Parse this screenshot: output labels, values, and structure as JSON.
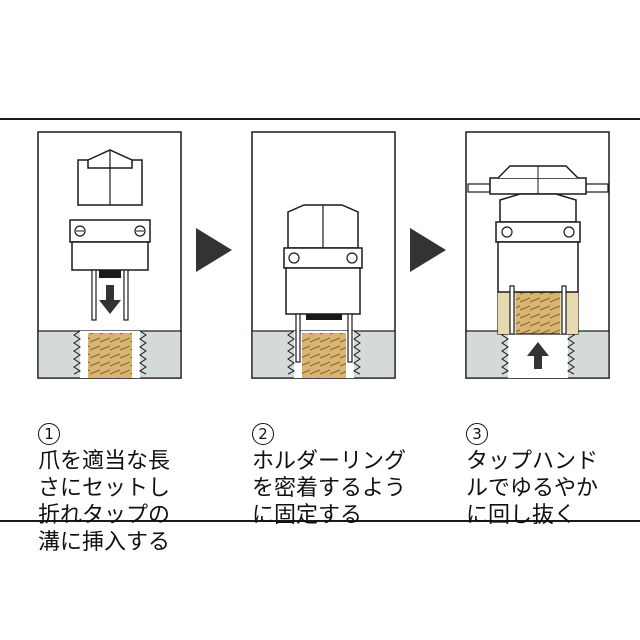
{
  "steps": [
    {
      "number": "1",
      "text": "爪を適当な長\nさにセットし\n折れタップの\n溝に挿入する"
    },
    {
      "number": "2",
      "text": "ホルダーリング\nを密着するよう\nに固定する"
    },
    {
      "number": "3",
      "text": "タップハンド\nルでゆるやか\nに回し抜く"
    }
  ],
  "colors": {
    "outline": "#1a1a1a",
    "workpiece": "#d3dad8",
    "tap_thread": "#d9b573",
    "arrow": "#333333"
  },
  "icons": [
    "down-arrow-icon",
    "right-chevron-icon",
    "up-arrow-icon"
  ]
}
